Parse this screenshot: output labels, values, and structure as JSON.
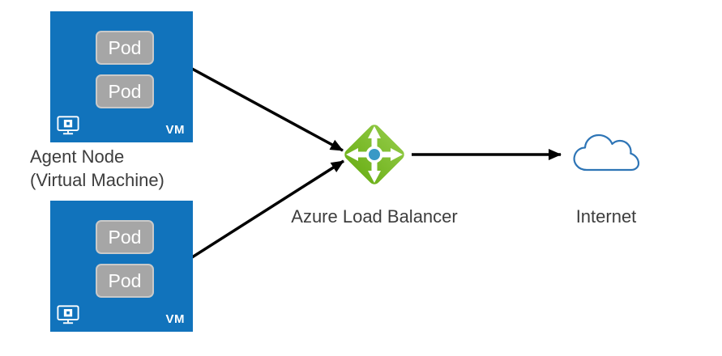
{
  "diagram": {
    "agent_node_top": {
      "pods": [
        "Pod",
        "Pod"
      ],
      "vm_badge": "VM"
    },
    "agent_node_bottom": {
      "pods": [
        "Pod",
        "Pod"
      ],
      "vm_badge": "VM"
    },
    "caption": {
      "line1": "Agent Node",
      "line2": "(Virtual Machine)"
    },
    "load_balancer_label": "Azure Load Balancer",
    "internet_label": "Internet",
    "colors": {
      "vm_blue": "#1173BC",
      "pod_gray": "#A6A6A6",
      "pod_border": "#C9C9C9",
      "lb_green_top": "#8CC63F",
      "lb_green_bottom": "#6FB21C",
      "lb_center_blue": "#3999C6",
      "cloud_stroke": "#2E75B6",
      "arrow_black": "#000000",
      "label_text": "#3D3D3D"
    }
  }
}
